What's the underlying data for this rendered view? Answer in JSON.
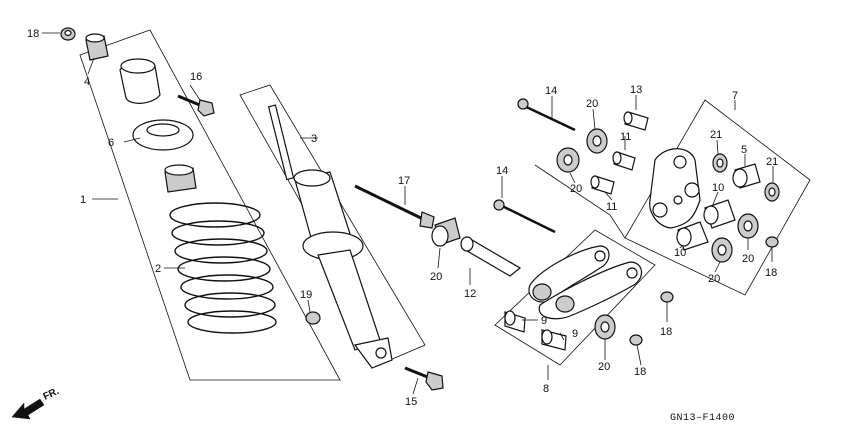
{
  "diagram": {
    "code": "GN13–F1400",
    "direction_label": "FR.",
    "callouts": {
      "c18a": "18",
      "c4": "4",
      "c16": "16",
      "c6": "6",
      "c3": "3",
      "c1": "1",
      "c2": "2",
      "c19": "19",
      "c15": "15",
      "c17": "17",
      "c20a": "20",
      "c12": "12",
      "c14a": "14",
      "c20b": "20",
      "c13": "13",
      "c11a": "11",
      "c11b": "11",
      "c20c": "20",
      "c7": "7",
      "c21a": "21",
      "c5": "5",
      "c21b": "21",
      "c14b": "14",
      "c10a": "10",
      "c10b": "10",
      "c20d": "20",
      "c20e": "20",
      "c18b": "18",
      "c9a": "9",
      "c9b": "9",
      "c8": "8",
      "c20f": "20",
      "c18c": "18",
      "c18d": "18"
    }
  }
}
